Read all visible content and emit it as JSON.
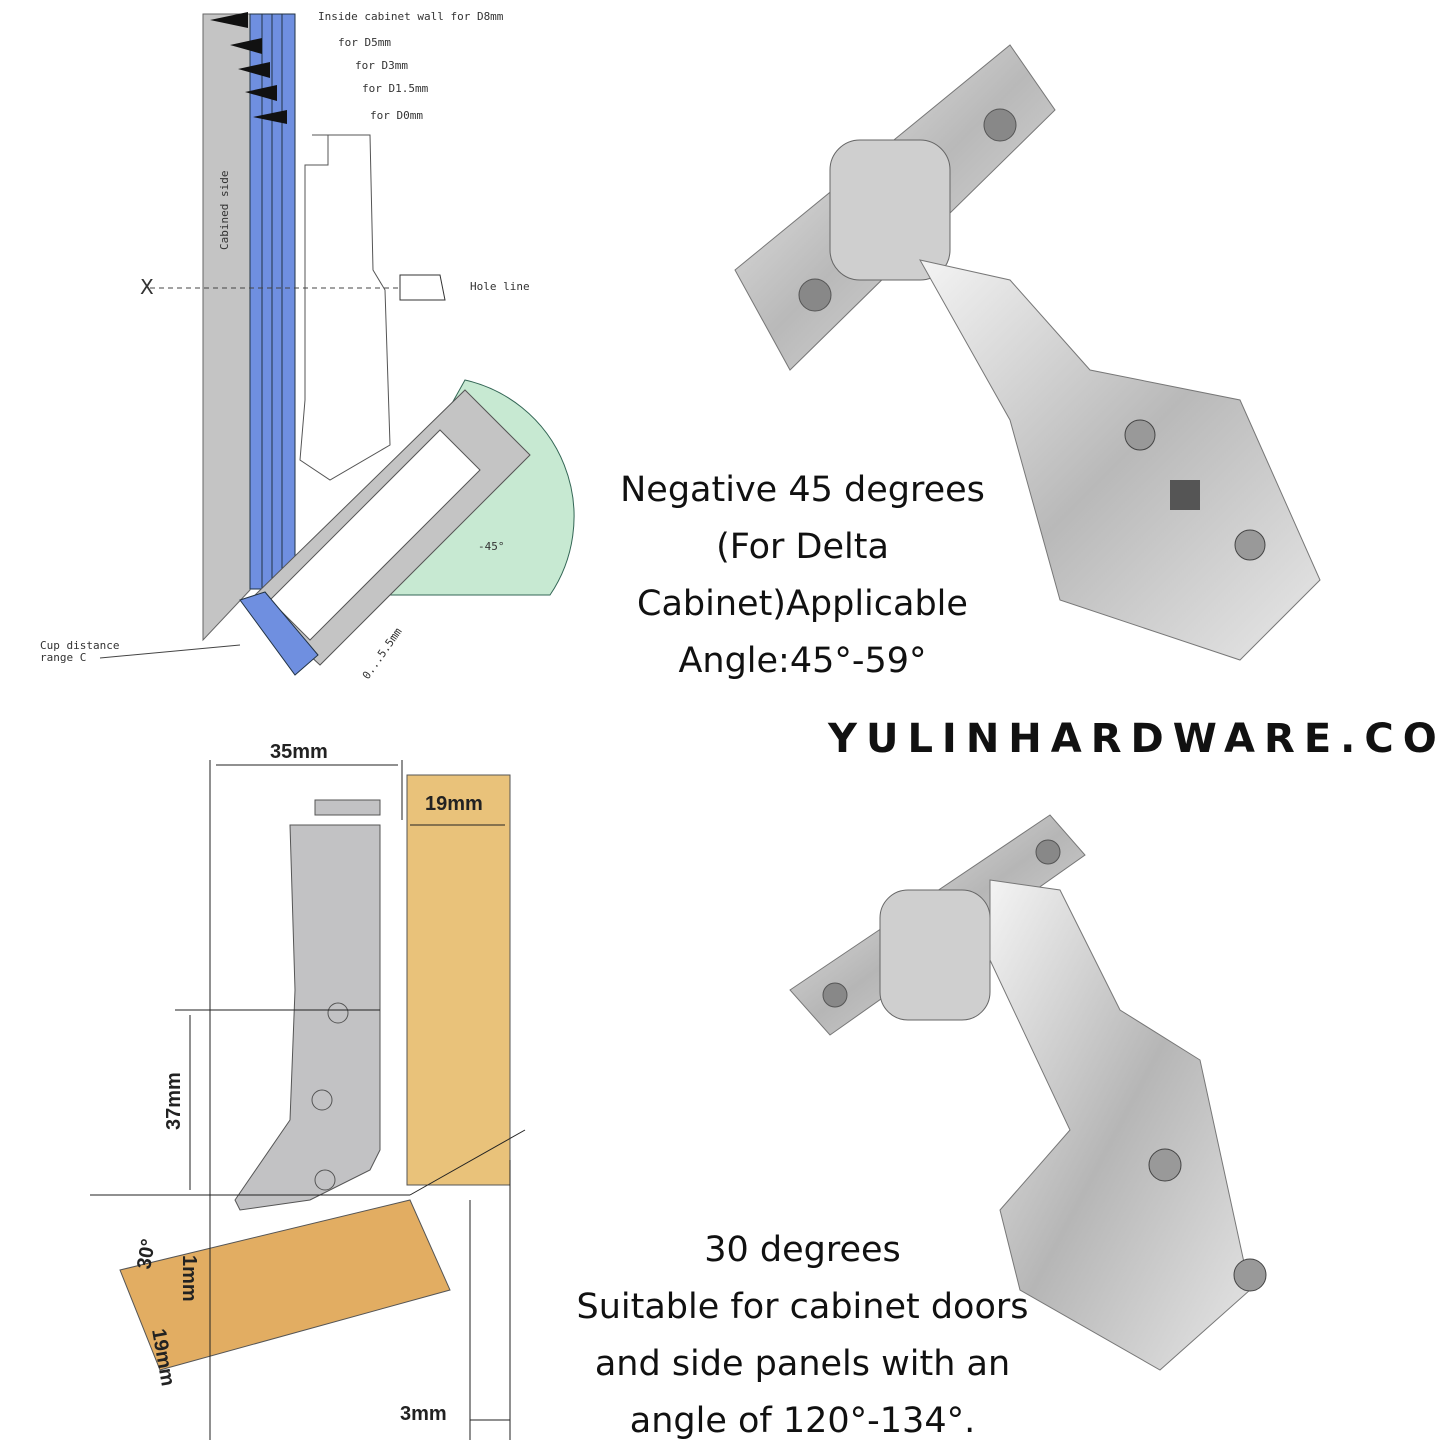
{
  "top_diagram": {
    "labels": {
      "d8": "Inside cabinet wall for D8mm",
      "d5": "for D5mm",
      "d3": "for D3mm",
      "d15": "for D1.5mm",
      "d0": "for D0mm",
      "cabinet_side": "Cabined side",
      "x_mark": "X",
      "hole_line": "Hole line",
      "angle": "-45°",
      "cup_distance_1": "Cup distance",
      "cup_distance_2": "range C",
      "range": "0...5.5mm"
    }
  },
  "top_caption": [
    "Negative 45 degrees",
    "(For Delta",
    "Cabinet)Applicable",
    "Angle:45°-59°"
  ],
  "brand": "YULINHARDWARE.COM",
  "bottom_diagram": {
    "labels": {
      "width": "35mm",
      "door": "19mm",
      "height": "37mm",
      "angle": "30°",
      "gap": "1mm",
      "side_panel": "19mm",
      "offset": "3mm"
    }
  },
  "bottom_caption": [
    "30 degrees",
    "Suitable for cabinet doors",
    "and side panels with an",
    "angle of 120°-134°."
  ],
  "colors": {
    "blue": "#6f8fe0",
    "grey": "#c4c4c4",
    "green": "#c7e9d2",
    "wood": "#e9c27a"
  }
}
